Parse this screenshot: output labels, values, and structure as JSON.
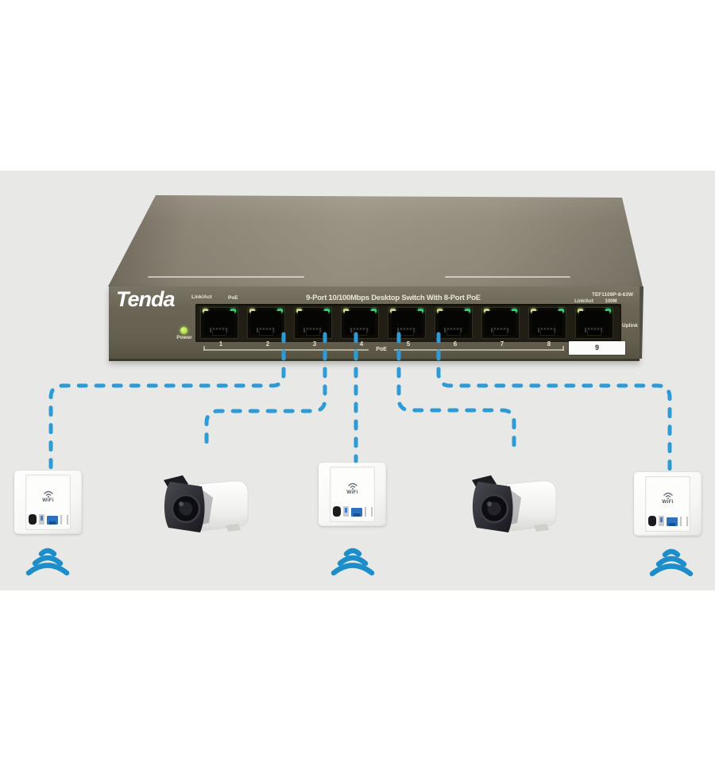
{
  "product": {
    "brand": "Tenda",
    "model": "TEF1109P-8-63W",
    "title": "9-Port 10/100Mbps Desktop Switch With 8-Port PoE"
  },
  "switch": {
    "labels": {
      "link_act_left": "Link/Act",
      "poe_left": "PoE",
      "link_act_right": "Link/Act",
      "speed_right": "100M",
      "uplink": "Uplink",
      "power": "Power",
      "poe_group": "PoE"
    },
    "ports": [
      "1",
      "2",
      "3",
      "4",
      "5",
      "6",
      "7",
      "8",
      "9"
    ]
  },
  "devices": {
    "wifi_ap_label": "WiFi"
  },
  "colors": {
    "cable_blue": "#2e9bd6",
    "wifi_icon_blue": "#1e8ecb",
    "led_green": "#2ed06b",
    "led_yellow": "#cdd37c",
    "power_led_green": "#9fd83c",
    "background_band": "#e8e8e7",
    "chassis_front": "#6b6556",
    "chassis_top": "#9a9484"
  }
}
